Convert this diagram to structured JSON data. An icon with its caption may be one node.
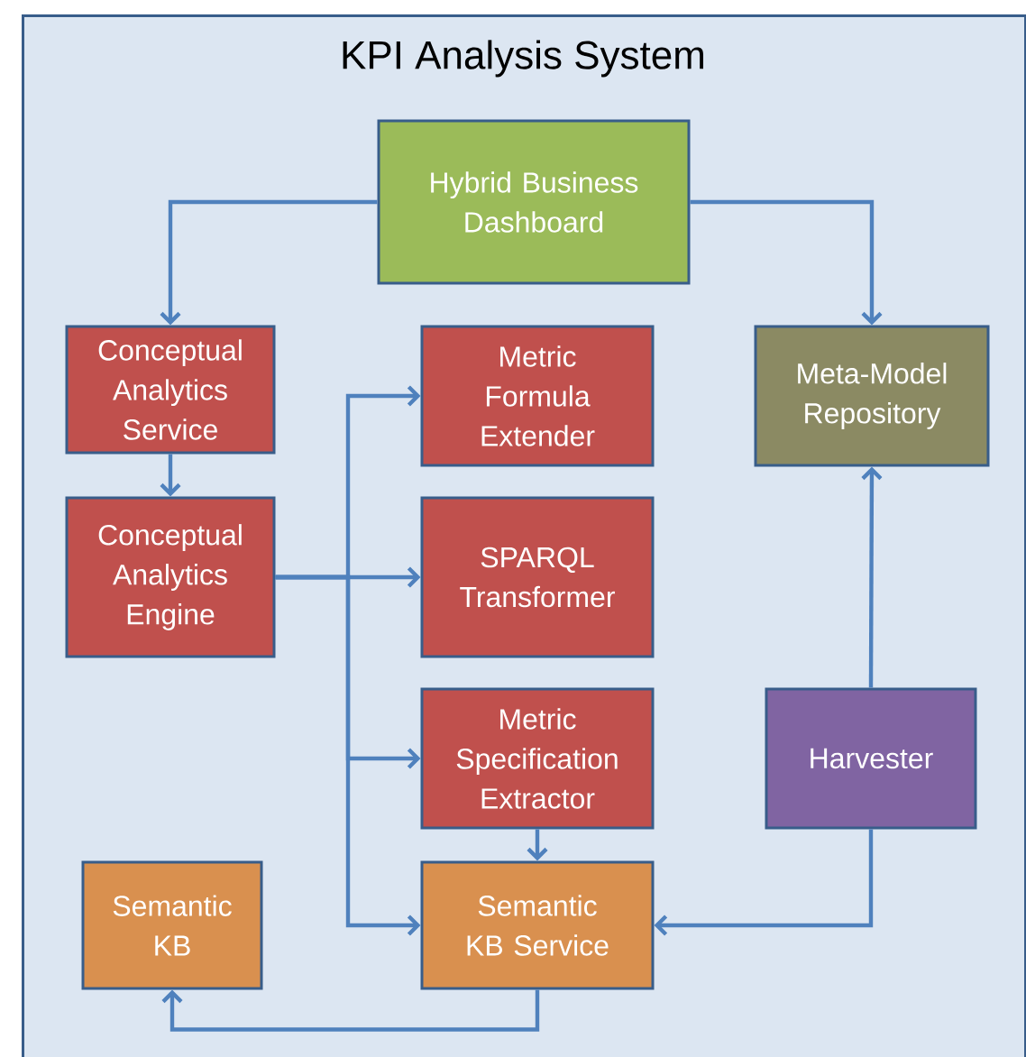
{
  "diagram": {
    "nodes": [
      {
        "text": [
          "KPI Analysis System"
        ]
      },
      {
        "text": [
          "Hybrid Business Dashboard"
        ],
        "in": 0
      },
      {
        "text": [
          "Conceptual Analytics Service"
        ],
        "in": 0
      },
      {
        "text": [
          "Metric Formula Extender"
        ],
        "in": 0
      },
      {
        "text": [
          "Meta-Model Repository"
        ],
        "in": 0
      },
      {
        "text": [
          "Conceptual Analytics Engine"
        ],
        "in": 0
      },
      {
        "text": [
          "SPARQL Transformer"
        ],
        "in": 0
      },
      {
        "text": [
          "Metric Specification Extractor"
        ],
        "in": 0
      },
      {
        "text": [
          "Harvester"
        ],
        "in": 0
      },
      {
        "text": [
          "Semantic KB"
        ],
        "in": 0
      },
      {
        "text": [
          "Semantic KB Service"
        ],
        "in": 0
      }
    ],
    "edges": [
      {
        "from": 1,
        "to": 2,
        "arrow": "to"
      },
      {
        "from": 1,
        "to": 4,
        "arrow": "to"
      },
      {
        "from": 2,
        "to": 5,
        "arrow": "to"
      },
      {
        "from": 5,
        "to": 6,
        "arrow": "to"
      },
      {
        "from": 5,
        "to": 3,
        "arrow": "to"
      },
      {
        "from": 5,
        "to": 7,
        "arrow": "to"
      },
      {
        "from": 5,
        "to": 10,
        "arrow": "to"
      },
      {
        "from": 7,
        "to": 10,
        "arrow": "to"
      },
      {
        "from": 8,
        "to": 4,
        "arrow": "to"
      },
      {
        "from": 8,
        "to": 10,
        "arrow": "to"
      },
      {
        "from": 10,
        "to": 9,
        "arrow": "to"
      }
    ]
  }
}
